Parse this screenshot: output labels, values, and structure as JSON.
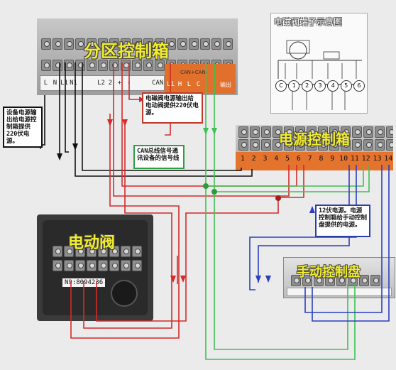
{
  "title": "分区控制箱",
  "zone_box": {
    "title": "分区控制箱",
    "terminal_labels": [
      "L",
      "N",
      "L1",
      "N1",
      "",
      "",
      "L2",
      "2",
      "+",
      "-",
      "",
      "",
      "CAN"
    ],
    "right_labels": [
      "L1",
      "H",
      "L",
      "C"
    ],
    "right_caption": "输出",
    "bus_label": "CAN+CAN-"
  },
  "power_box": {
    "title": "电源控制箱",
    "numbers": [
      "1",
      "2",
      "3",
      "4",
      "5",
      "6",
      "7",
      "8",
      "9",
      "10",
      "11",
      "12",
      "13",
      "14"
    ]
  },
  "valve": {
    "title": "电动阀",
    "serial": "N9:8094236"
  },
  "manual_panel": {
    "title": "手动控制盘"
  },
  "schematic": {
    "title": "电磁阀端子示意图",
    "markers": [
      "C",
      "1",
      "2",
      "3",
      "4",
      "5",
      "6"
    ]
  },
  "notes": {
    "left": "设备电源输出给电源控制箱提供220伏电源。",
    "red": "电磁阀电源输出给电动阀提供220伏电源。",
    "green": "CAN总线信号通讯设备的信号线",
    "blue": "12伏电源。电源控制箱给手动控制盘提供的电源。"
  },
  "colors": {
    "red_wire": "#d42a2a",
    "green_wire": "#3ec251",
    "blue_wire": "#2b3fc2",
    "black_wire": "#111111",
    "label_yellow": "#f2ec2e"
  }
}
